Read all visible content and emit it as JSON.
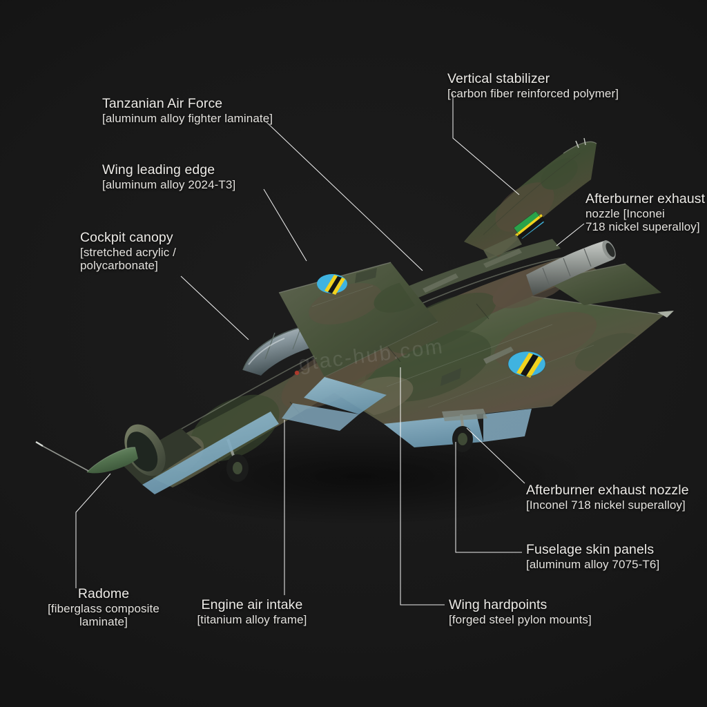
{
  "meta": {
    "subject": "Tanzanian Air Force delta-wing jet fighter materials annotation diagram",
    "background_color": "#151515",
    "leader_line_color": "#ffffff",
    "label_color": "#eceae6"
  },
  "watermark": {
    "text": "gtac-hub.com"
  },
  "livery": {
    "camouflage_colors": [
      "#4e5540",
      "#3d4b34",
      "#55483a",
      "#6b6352",
      "#2f3a2a"
    ],
    "underside_color": "#7fa8bd",
    "radome_color": "#55good",
    "roundel": {
      "name": "tanzania-roundel",
      "field": "#3fb3e0",
      "band": "#121212",
      "edge": "#f2d21e"
    },
    "tail_flag": {
      "name": "tanzania-flag",
      "green": "#2aa24a",
      "blue": "#3fb3e0",
      "black": "#141414",
      "yellow": "#f2d21e"
    }
  },
  "callouts": [
    {
      "id": "vertical-stabilizer",
      "title": "Vertical stabilizer",
      "material": "[carbon fiber reinforced polymer]",
      "align": "left"
    },
    {
      "id": "national-marking",
      "title": "Tanzanian Air Force",
      "material": "[aluminum alloy fighter laminate]",
      "align": "left"
    },
    {
      "id": "wing-leading-edge",
      "title": "Wing leading edge",
      "material": "[aluminum alloy 2024-T3]",
      "align": "left"
    },
    {
      "id": "cockpit-canopy",
      "title": "Cockpit canopy",
      "material": "[stretched acrylic /\npolycarbonate]",
      "align": "left"
    },
    {
      "id": "afterburner-nozzle-upper",
      "title": "Afterburner exhaust",
      "material": "nozzle [Inconei\n718 nickel superalloy]",
      "align": "left"
    },
    {
      "id": "afterburner-nozzle-lower",
      "title": "Afterburner exhaust nozzle",
      "material": "[Inconel 718 nickel superalloy]",
      "align": "left"
    },
    {
      "id": "fuselage-skin-panels",
      "title": "Fuselage skin panels",
      "material": "[aluminum alloy 7075-T6]",
      "align": "left"
    },
    {
      "id": "wing-hardpoints",
      "title": "Wing hardpoints",
      "material": "[forged steel pylon mounts]",
      "align": "left"
    },
    {
      "id": "engine-air-intake",
      "title": "Engine air intake",
      "material": "[titanium alloy frame]",
      "align": "center"
    },
    {
      "id": "radome",
      "title": "Radome",
      "material": "[fiberglass composite\nlaminate]",
      "align": "center"
    }
  ]
}
